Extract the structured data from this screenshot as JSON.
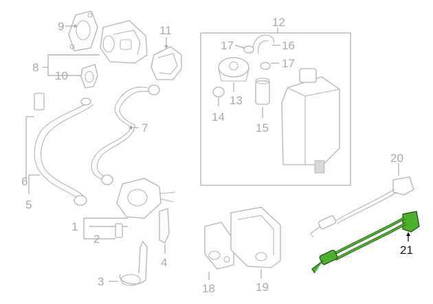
{
  "callouts": {
    "c1": "1",
    "c2": "2",
    "c3": "3",
    "c4": "4",
    "c5": "5",
    "c6": "6",
    "c7": "7",
    "c8": "8",
    "c9": "9",
    "c10": "10",
    "c11": "11",
    "c12": "12",
    "c13": "13",
    "c14": "14",
    "c15": "15",
    "c16": "16",
    "c17a": "17",
    "c17b": "17",
    "c18": "18",
    "c19": "19",
    "c20": "20",
    "c21": "21"
  },
  "colors": {
    "highlight_part": "#4caf2e",
    "highlight_outline": "#1d4f12",
    "ghost_line": "#b4b4b4",
    "callout_text": "#aaaaaa",
    "highlight_text": "#111111"
  }
}
